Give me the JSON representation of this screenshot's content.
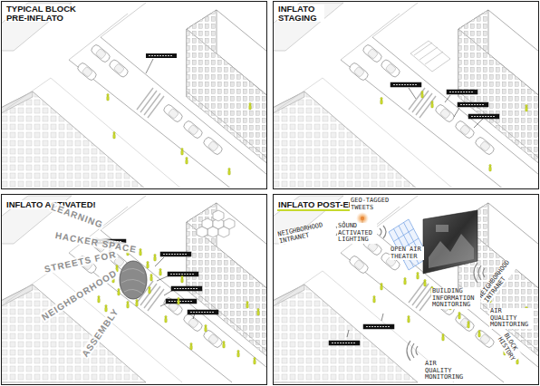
{
  "diagram": {
    "nodes": [
      {
        "text": [
          "TYPICAL BLOCK PRE-INFLATO"
        ]
      },
      {
        "text": [
          "INFLATO STAGING"
        ]
      },
      {
        "text": [
          "INFLATO ACTIVATED!"
        ]
      },
      {
        "text": [
          "INFLATO POST-EFFECT"
        ]
      }
    ],
    "labels": [
      "LEARNING",
      "HACKER SPACE",
      "STREETS FOR",
      "NEIGHBORHOOD",
      "ASSEMBLY",
      "GEO-TAGGED TWEETS",
      "SOUND ACTIVATED LIGHTING",
      "OPEN AIR THEATER",
      "NEIGHBORHOOD INTRANET",
      "NEIGHBORHOOD INTRANET",
      "BUILDING INFORMATION MONITORING",
      "AIR QUALITY MONITORING",
      "BLOCK HISTORY",
      "AIR QUALITY MONITORING"
    ]
  }
}
